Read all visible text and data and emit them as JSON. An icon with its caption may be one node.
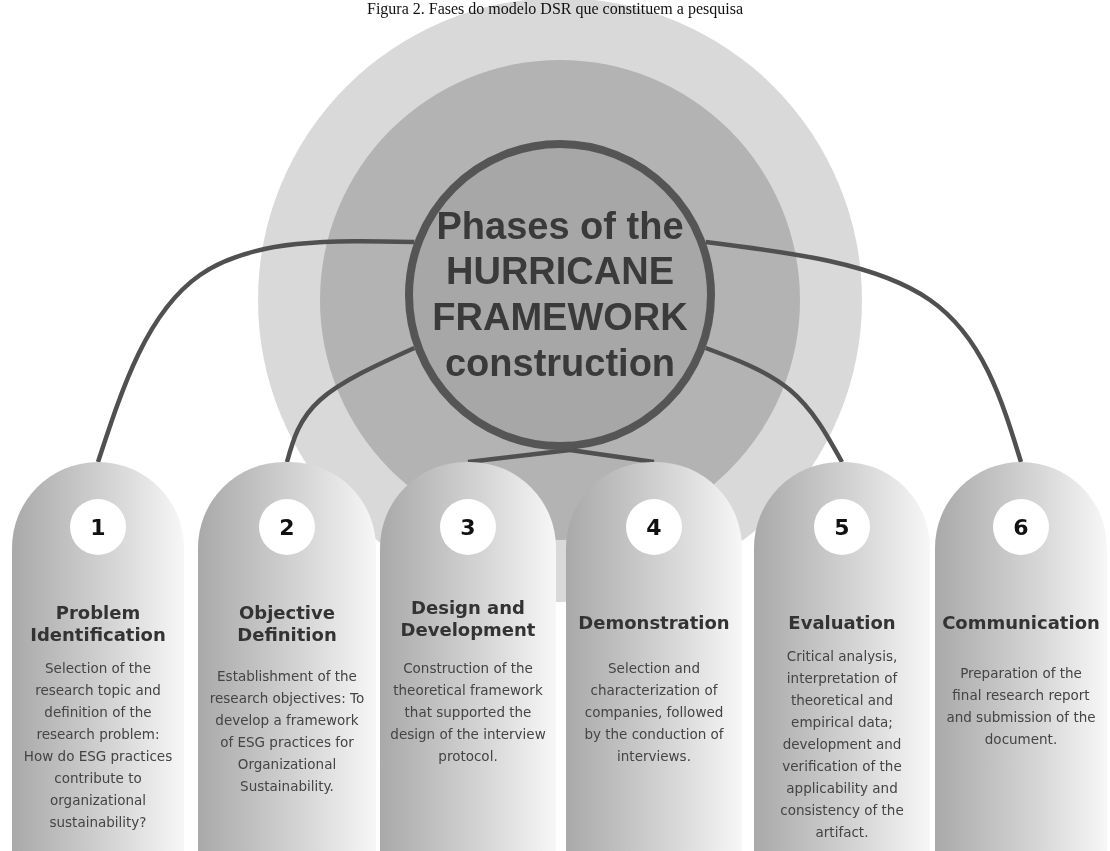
{
  "diagram": {
    "title": "Figura 2. Fases do modelo DSR que constituem a pesquisa",
    "nodes": [
      {
        "text": [
          "Phases of the HURRICANE FRAMEWORK construction"
        ]
      },
      {
        "text": [
          "Problem Identification",
          "Selection of the research topic and definition of the research problem: How do ESG practices contribute to organizational sustainability?"
        ]
      },
      {
        "text": [
          "1"
        ],
        "in": 1
      },
      {
        "text": [
          "Objective Definition",
          "Establishment of the research objectives: To develop a framework of ESG practices for Organizational Sustainability."
        ]
      },
      {
        "text": [
          "2"
        ],
        "in": 3
      },
      {
        "text": [
          "Design and Development",
          "Construction of the theoretical framework that supported the design of the interview protocol."
        ]
      },
      {
        "text": [
          "3"
        ],
        "in": 5
      },
      {
        "text": [
          "Demonstration",
          "Selection and characterization of companies, followed by the conduction of interviews."
        ]
      },
      {
        "text": [
          "4"
        ],
        "in": 7
      },
      {
        "text": [
          "Evaluation",
          "Critical analysis, interpretation of theoretical and empirical data; development and verification of the applicability and consistency of the artifact."
        ]
      },
      {
        "text": [
          "5"
        ],
        "in": 9
      },
      {
        "text": [
          "Communication",
          "Preparation of the final research report and submission of the document."
        ]
      },
      {
        "text": [
          "6"
        ],
        "in": 11
      }
    ],
    "edges": [
      {
        "from": 0,
        "to": 1,
        "arrow": "none"
      },
      {
        "from": 0,
        "to": 3,
        "arrow": "none"
      },
      {
        "from": 0,
        "to": 5,
        "arrow": "none"
      },
      {
        "from": 0,
        "to": 7,
        "arrow": "none"
      },
      {
        "from": 0,
        "to": 9,
        "arrow": "none"
      },
      {
        "from": 0,
        "to": 11,
        "arrow": "none"
      }
    ]
  }
}
